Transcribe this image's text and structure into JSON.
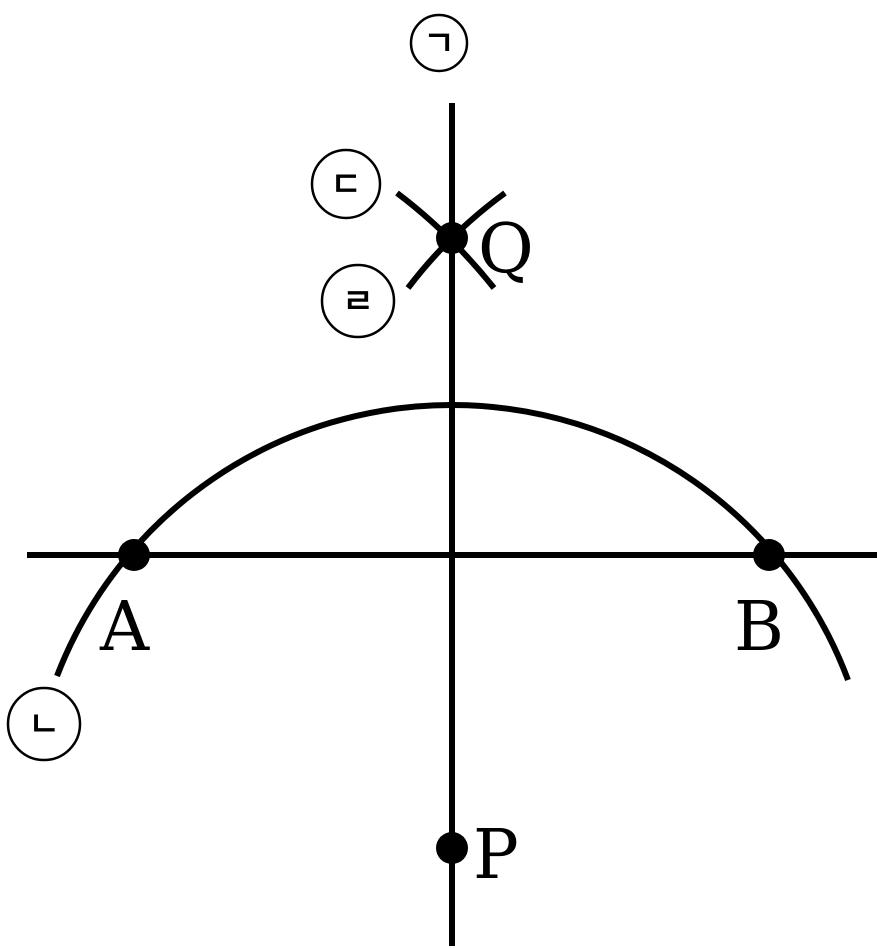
{
  "points": {
    "A": "A",
    "B": "B",
    "P": "P",
    "Q": "Q"
  },
  "step_markers": {
    "m1": "ㄱ",
    "m2": "ㄴ",
    "m3": "ㄷ",
    "m4": "ㄹ"
  },
  "colors": {
    "ink": "#000000",
    "background": "#ffffff"
  }
}
